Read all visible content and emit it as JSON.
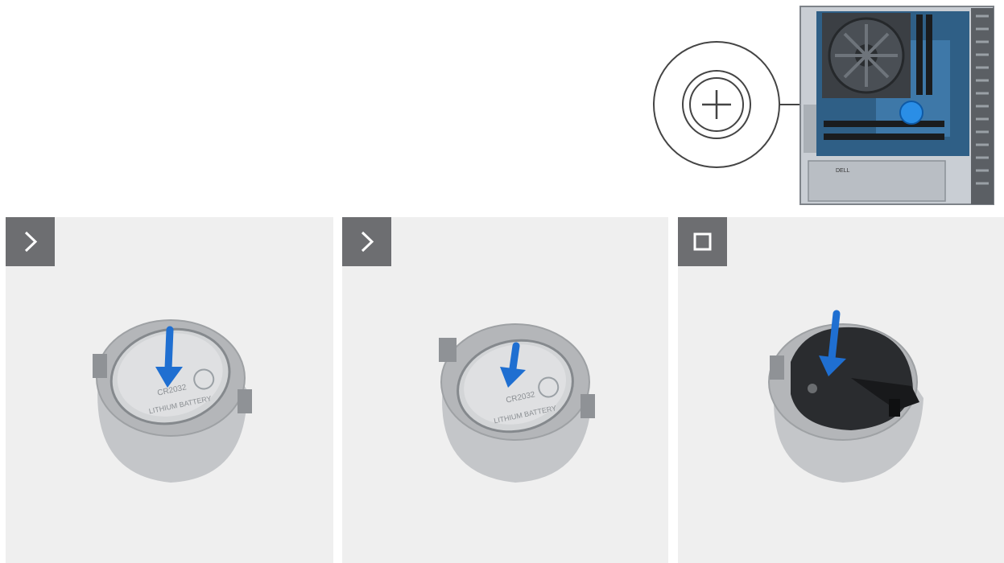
{
  "overview": {
    "callout_icon": "battery-positive-plus-icon",
    "component": "coin-cell-battery-location",
    "label": "DELL"
  },
  "steps": [
    {
      "badge_icon": "chevron-right-icon",
      "battery_text": [
        "CR2032",
        "LITHIUM BATTERY"
      ],
      "action_icon": "arrow-down-icon"
    },
    {
      "badge_icon": "chevron-right-icon",
      "battery_text": [
        "CR2032",
        "LITHIUM BATTERY"
      ],
      "action_icon": "arrow-down-icon"
    },
    {
      "badge_icon": "square-stop-icon",
      "action_icon": "arrow-down-icon"
    }
  ],
  "colors": {
    "panel": "#efefef",
    "badge": "#6d6e71",
    "arrow": "#1f6fd1",
    "callout_stroke": "#444444"
  }
}
